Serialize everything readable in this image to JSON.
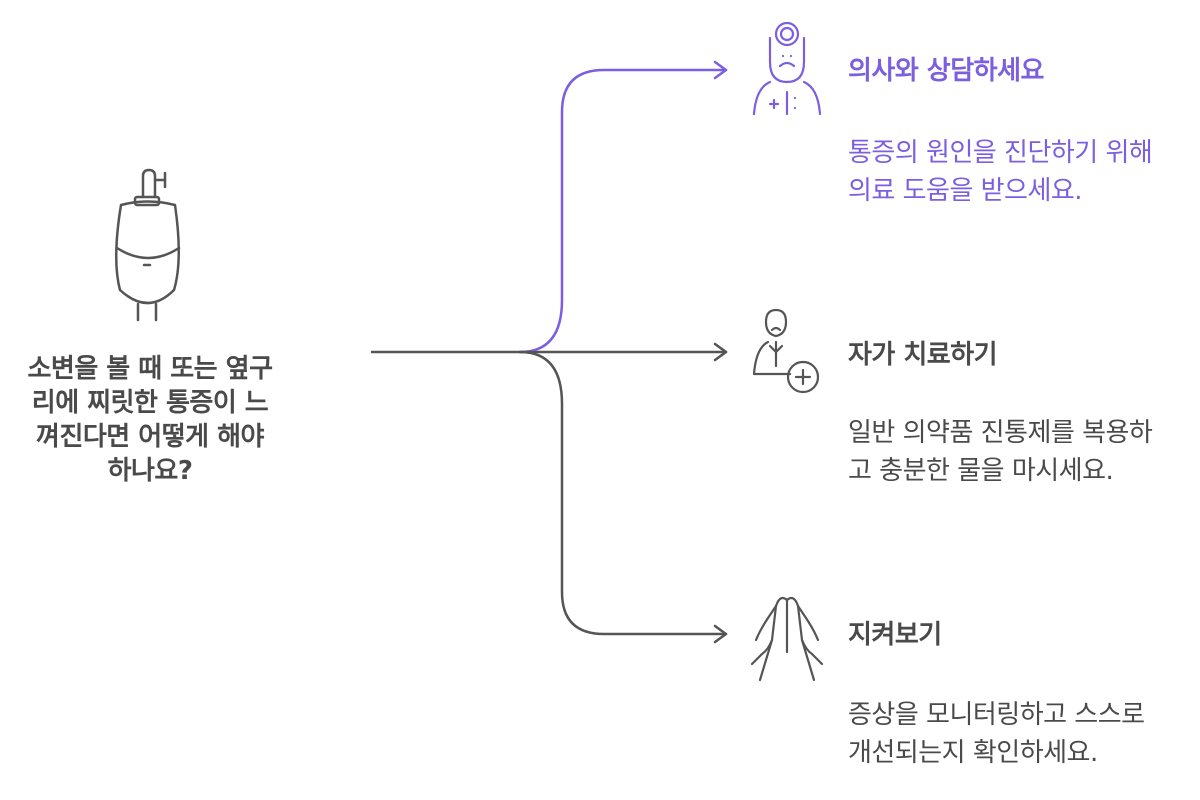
{
  "question": {
    "lines": [
      "소변을 볼 때 또는 옆구",
      "리에 찌릿한 통증이 느",
      "껴진다면 어떻게 해야",
      "하나요?"
    ]
  },
  "options": [
    {
      "title": "의사와 상담하세요",
      "desc_lines": [
        "통증의 원인을 진단하기 위해",
        "의료 도움을 받으세요."
      ],
      "icon": "doctor-icon"
    },
    {
      "title": "자가 치료하기",
      "desc_lines": [
        "일반 의약품 진통제를 복용하",
        "고 충분한 물을 마시세요."
      ],
      "icon": "self-care-icon"
    },
    {
      "title": "지켜보기",
      "desc_lines": [
        "증상을 모니터링하고 스스로",
        "개선되는지 확인하세요."
      ],
      "icon": "praying-hands-icon"
    }
  ],
  "colors": {
    "accent": "#7b5fe0",
    "line": "#555555",
    "text": "#4a4a4a"
  }
}
